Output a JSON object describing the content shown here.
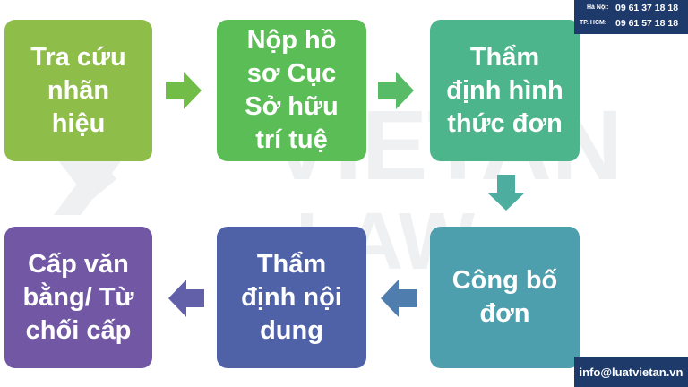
{
  "steps": [
    {
      "text": "Tra cứu\nnhãn\nhiệu",
      "color": "#8ebd4a"
    },
    {
      "text": "Nộp hồ\nsơ Cục\nSở hữu\ntrí tuệ",
      "color": "#5bbd55"
    },
    {
      "text": "Thẩm\nđịnh hình\nthức đơn",
      "color": "#4db58c"
    },
    {
      "text": "Công bố\nđơn",
      "color": "#4e9fae"
    },
    {
      "text": "Thẩm\nđịnh nội\ndung",
      "color": "#4f62a8"
    },
    {
      "text": "Cấp văn\nbằng/ Từ\nchối cấp",
      "color": "#7157a4"
    }
  ],
  "arrow_colors": [
    "#72bd48",
    "#57bb67",
    "#4daea0",
    "#4f7dad",
    "#6160a9"
  ],
  "watermark": {
    "text": "VIETAN",
    "text2": "LAW"
  },
  "contact": {
    "hanoi_label": "Hà Nội:",
    "hanoi_phone": "09 61 37 18 18",
    "hcm_label": "TP. HCM:",
    "hcm_phone": "09 61 57 18 18",
    "email": "info@luatvietan.vn"
  }
}
